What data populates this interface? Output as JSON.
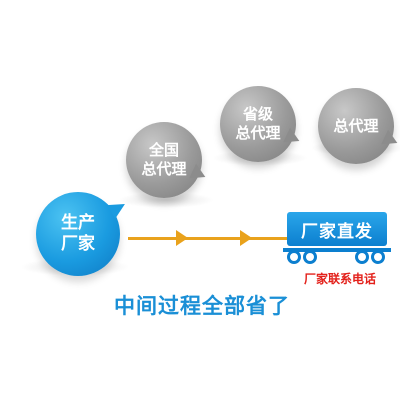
{
  "stages": {
    "national_agent": "全国\n总代理",
    "provincial_agent": "省级\n总代理",
    "general_agent": "总代理",
    "manufacturer": "生产\n厂家"
  },
  "truck": {
    "label": "厂家直发",
    "subtitle": "厂家联系电话"
  },
  "tagline": "中间过程全部省了",
  "colors": {
    "blue": "#1a9be0",
    "gray": "#9a9a9a",
    "arrow": "#e9a21c",
    "red_text": "#e3211b"
  }
}
